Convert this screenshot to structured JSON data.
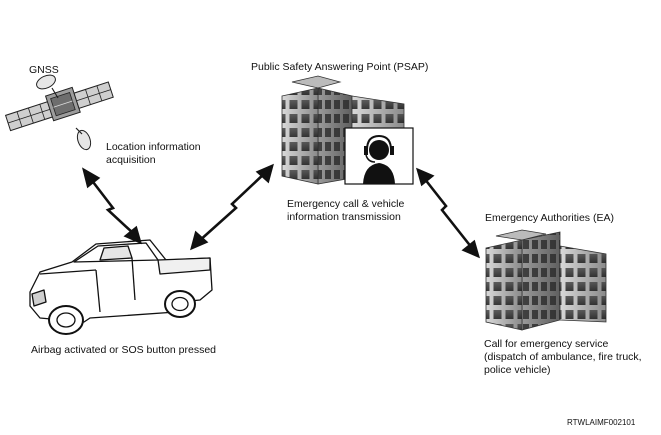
{
  "nodes": {
    "gnss": {
      "label": "GNSS"
    },
    "psap": {
      "label": "Public Safety Answering Point (PSAP)"
    },
    "ea": {
      "label": "Emergency Authorities (EA)"
    },
    "vehicle": {
      "label": "Airbag activated or SOS button pressed"
    }
  },
  "links": {
    "location": {
      "line1": "Location information",
      "line2": "acquisition"
    },
    "transmission": {
      "line1": "Emergency call & vehicle",
      "line2": "information transmission"
    },
    "service": {
      "line1": "Call for emergency service",
      "line2": "(dispatch of ambulance, fire truck,",
      "line3": "police vehicle)"
    }
  },
  "figure_code": "RTWLAIMF002101",
  "icons": [
    "satellite-icon",
    "building-icon",
    "operator-headset-icon",
    "pickup-truck-icon",
    "lightning-arrow-icon"
  ]
}
